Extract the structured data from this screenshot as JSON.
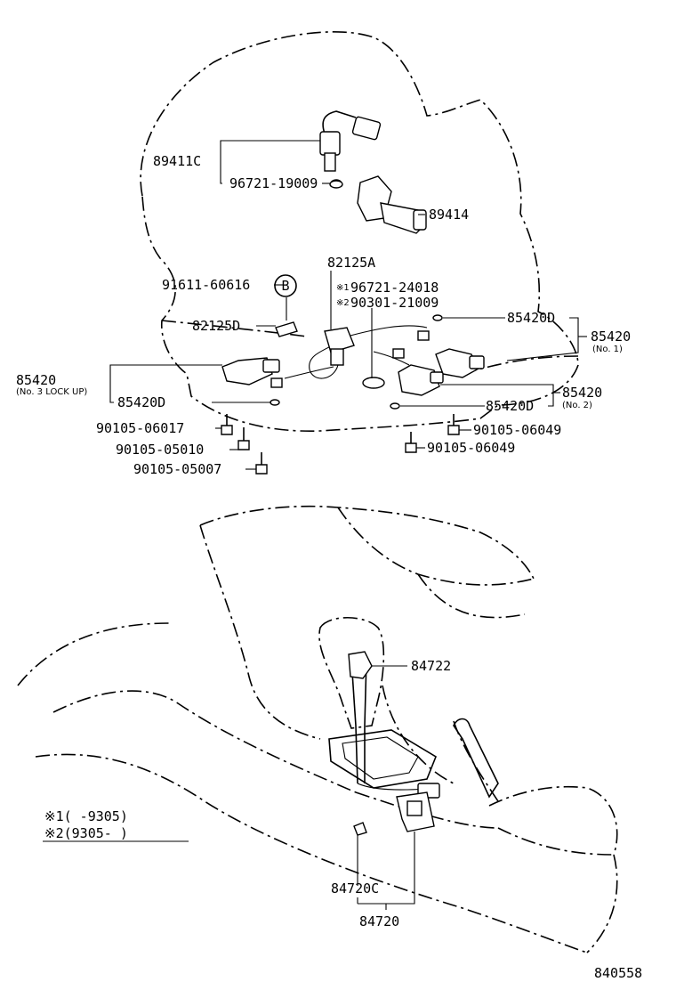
{
  "labels": {
    "p89411c": "89411C",
    "p96721_19009": "96721-19009",
    "p89414": "89414",
    "p82125a": "82125A",
    "p91611_60616": "91611-60616",
    "ref_b": "B",
    "p96721_24018": "96721-24018",
    "p90301_21009": "90301-21009",
    "mark1": "※1",
    "mark2": "※2",
    "p82125d": "82125D",
    "p85420d_top": "85420D",
    "p85420_no1": "85420",
    "note_no1": "(No. 1)",
    "p85420_no3": "85420",
    "note_no3": "(No. 3 LOCK UP)",
    "p85420d_left": "85420D",
    "p85420_no2": "85420",
    "note_no2": "(No. 2)",
    "p85420d_right": "85420D",
    "p90105_06017": "90105-06017",
    "p90105_06049a": "90105-06049",
    "p90105_05010": "90105-05010",
    "p90105_06049b": "90105-06049",
    "p90105_05007": "90105-05007",
    "p84722": "84722",
    "p84720c": "84720C",
    "p84720": "84720",
    "legend1": "※1(     -9305)",
    "legend2": "※2(9305-     )",
    "diagram_id": "840558"
  }
}
